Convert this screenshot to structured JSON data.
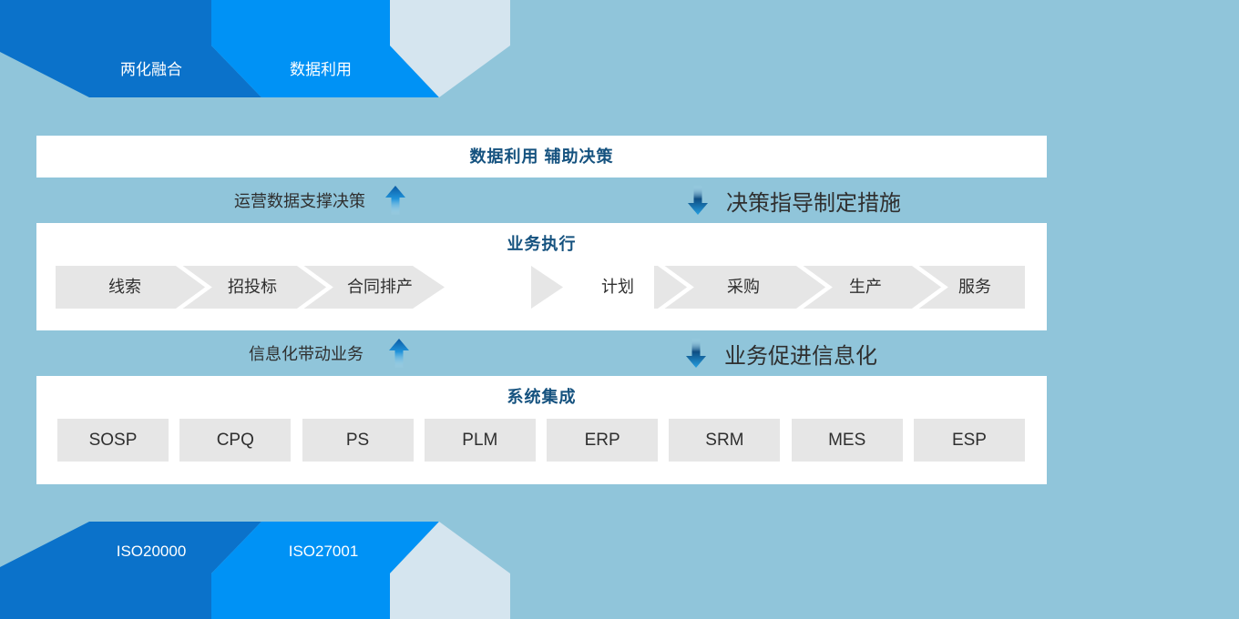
{
  "colors": {
    "background": "#90c5da",
    "ribbon_dark_blue": "#0b72ca",
    "ribbon_bright_blue": "#0092f5",
    "ribbon_pale_blue": "#d5e5ef",
    "panel_white": "#ffffff",
    "box_gray": "#e6e6e6",
    "title_navy": "#15527f",
    "text_dark": "#2f2f2f",
    "arrow_blue_dark": "#0e4d82",
    "arrow_blue_bright": "#2093da"
  },
  "icons": {
    "up_arrow": "up-arrow-icon",
    "down_arrow": "down-arrow-icon",
    "chevron_separator": "chevron-right-icon"
  },
  "ribbons": {
    "top": [
      {
        "label": "两化融合"
      },
      {
        "label": "数据利用"
      }
    ],
    "bottom": [
      {
        "label": "ISO20000"
      },
      {
        "label": "ISO27001"
      }
    ]
  },
  "banner": {
    "title": "数据利用 辅助决策"
  },
  "flows": {
    "row1": {
      "left": "运营数据支撑决策",
      "right": "决策指导制定措施"
    },
    "row2": {
      "left": "信息化带动业务",
      "right": "业务促进信息化"
    }
  },
  "execution": {
    "title": "业务执行",
    "steps": [
      "线索",
      "招投标",
      "合同排产",
      "计划",
      "采购",
      "生产",
      "服务"
    ]
  },
  "integration": {
    "title": "系统集成",
    "systems": [
      "SOSP",
      "CPQ",
      "PS",
      "PLM",
      "ERP",
      "SRM",
      "MES",
      "ESP"
    ]
  }
}
